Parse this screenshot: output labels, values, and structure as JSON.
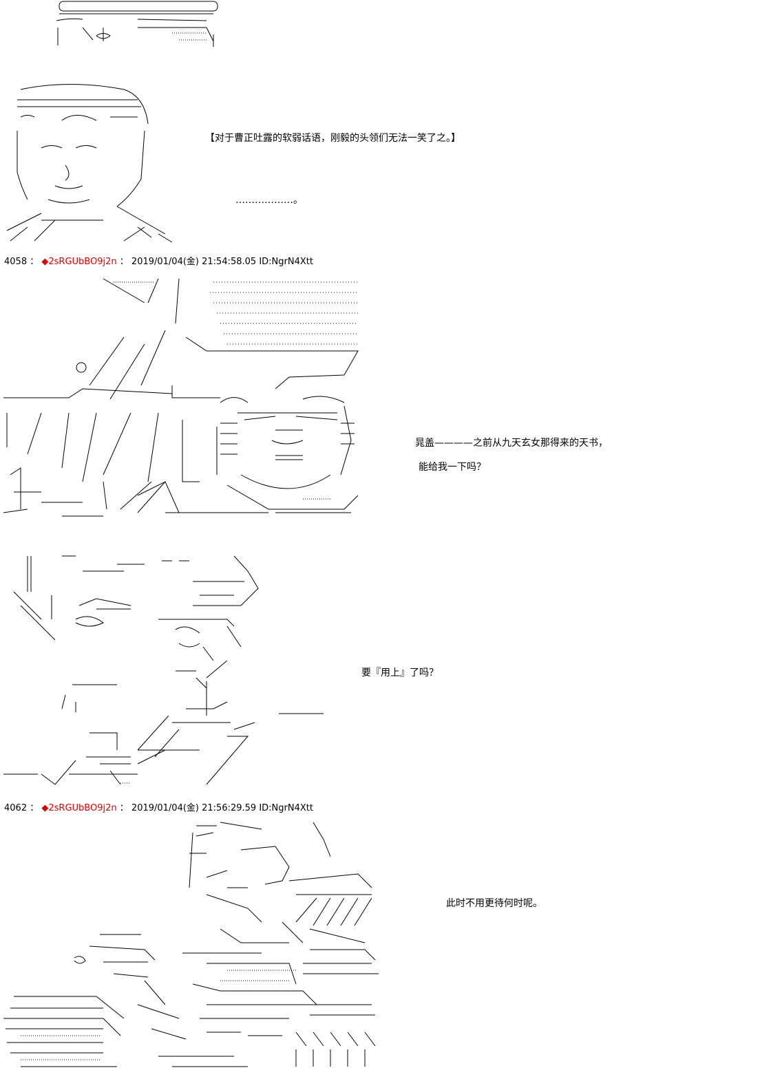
{
  "posts": [
    {
      "number": "4058",
      "separator": "：",
      "trip_mark": "◆",
      "tripcode": "2sRGUbBO9j2n",
      "separator2": "：",
      "datetime": "2019/01/04(金) 21:54:58.05",
      "id": "ID:NgrN4Xtt"
    },
    {
      "number": "4062",
      "separator": "：",
      "trip_mark": "◆",
      "tripcode": "2sRGUbBO9j2n",
      "separator2": "：",
      "datetime": "2019/01/04(金) 21:56:29.59",
      "id": "ID:NgrN4Xtt"
    }
  ],
  "dialogue": {
    "line1": "【对于曹正吐露的软弱话语，刚毅的头领们无法一笑了之。】",
    "line2": "………………。",
    "line3": "晁盖————之前从九天玄女那得来的天书，",
    "line4": "能给我一下吗？",
    "line5": "要『用上』了吗？",
    "line6": "此时不用更待何时呢。"
  },
  "colors": {
    "tripcode": "#e00000",
    "text": "#000000",
    "background": "#ffffff"
  }
}
